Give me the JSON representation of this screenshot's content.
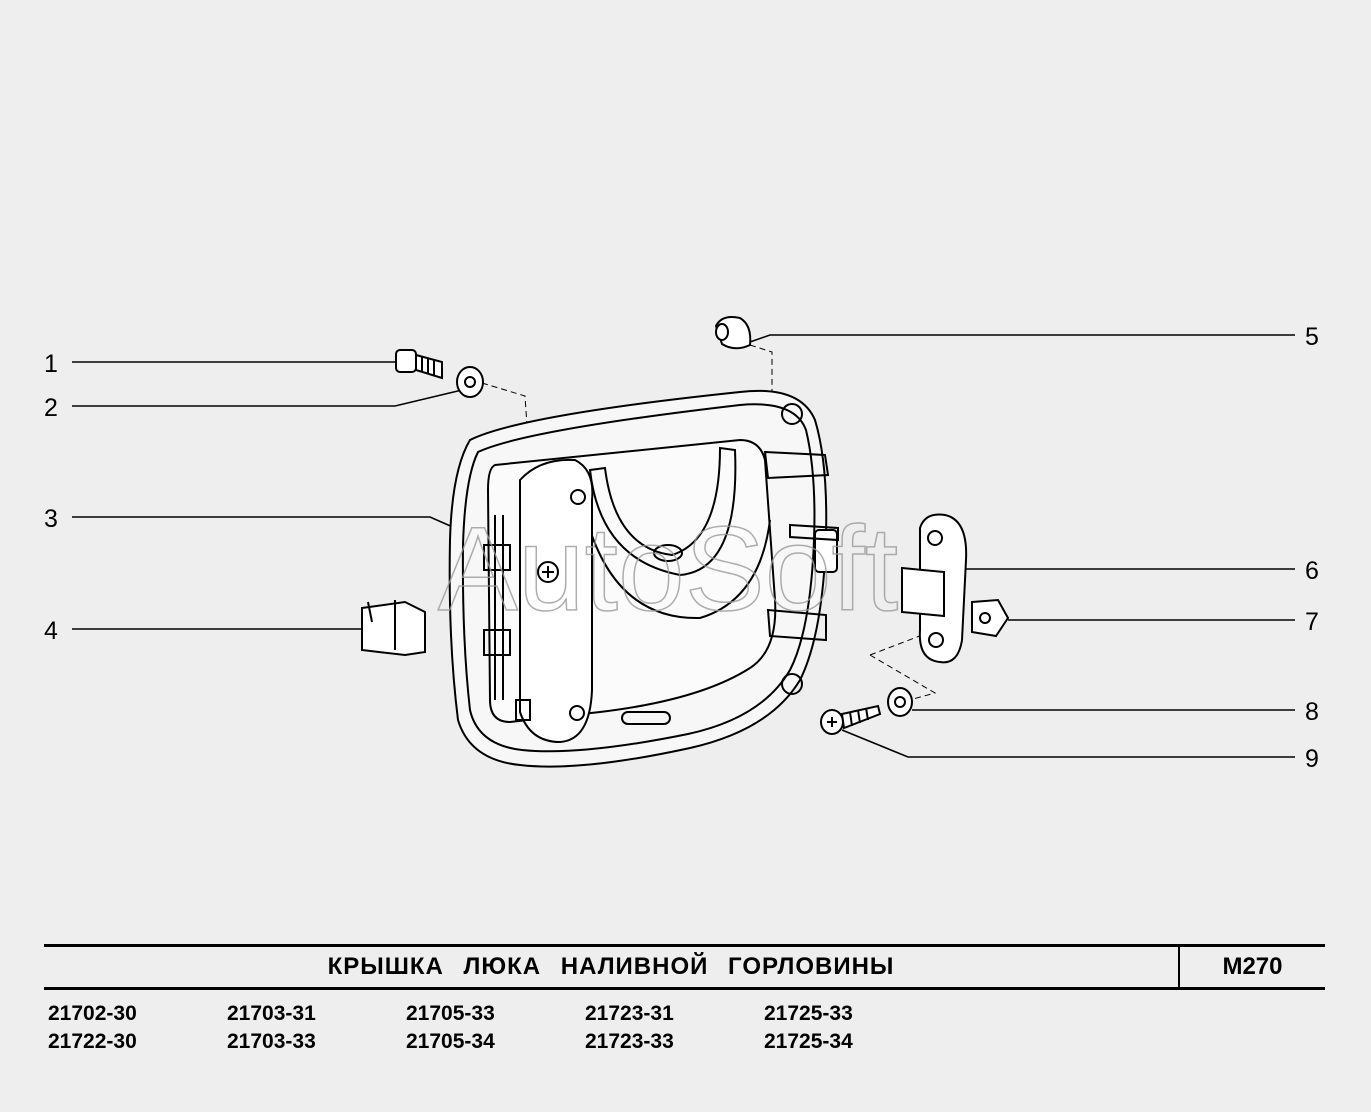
{
  "diagram": {
    "watermark": "AutoSoft",
    "callouts": [
      {
        "id": "1",
        "label": "1"
      },
      {
        "id": "2",
        "label": "2"
      },
      {
        "id": "3",
        "label": "3"
      },
      {
        "id": "4",
        "label": "4"
      },
      {
        "id": "5",
        "label": "5"
      },
      {
        "id": "6",
        "label": "6"
      },
      {
        "id": "7",
        "label": "7"
      },
      {
        "id": "8",
        "label": "8"
      },
      {
        "id": "9",
        "label": "9"
      }
    ]
  },
  "title_block": {
    "title": "КРЫШКА ЛЮКА НАЛИВНОЙ ГОРЛОВИНЫ",
    "page_code": "М270"
  },
  "models": [
    [
      "21702-30",
      "21703-31",
      "21705-33",
      "21723-31",
      "21725-33"
    ],
    [
      "21722-30",
      "21703-33",
      "21705-34",
      "21723-33",
      "21725-34"
    ]
  ]
}
